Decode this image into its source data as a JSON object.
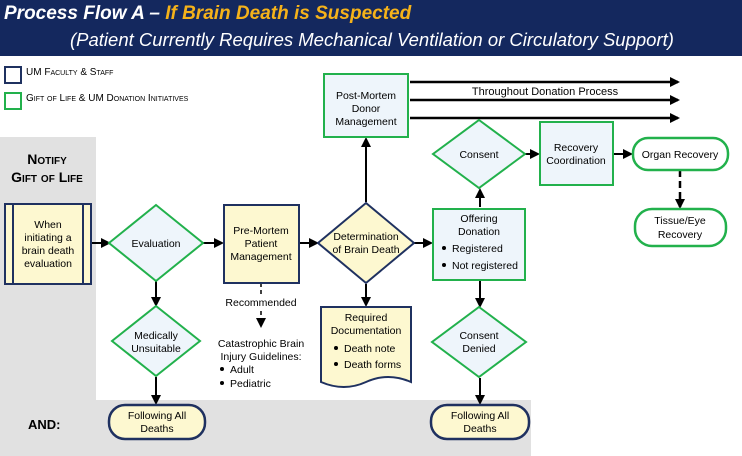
{
  "header": {
    "title_prefix": "Process Flow A – ",
    "title_accent": "If Brain Death is Suspected",
    "subtitle": "(Patient Currently Requires Mechanical Ventilation or Circulatory Support)"
  },
  "legend": {
    "um_faculty": "UM Faculty & Staff",
    "gift_of_life": "Gift of Life & UM Donation Initiatives"
  },
  "side": {
    "notify_line1": "Notify",
    "notify_line2": "Gift of Life",
    "and_label": "AND:"
  },
  "nodes": {
    "trigger": [
      "When",
      "initiating a",
      "brain death",
      "evaluation"
    ],
    "evaluation": [
      "Evaluation"
    ],
    "medically_unsuitable": [
      "Medically",
      "Unsuitable"
    ],
    "premortem": [
      "Pre-Mortem",
      "Patient",
      "Management"
    ],
    "determination": [
      "Determination",
      "of Brain Death"
    ],
    "postmortem": [
      "Post-Mortem",
      "Donor",
      "Management"
    ],
    "consent": [
      "Consent"
    ],
    "recovery_coordination": [
      "Recovery",
      "Coordination"
    ],
    "organ_recovery": [
      "Organ Recovery"
    ],
    "tissue_eye": [
      "Tissue/Eye",
      "Recovery"
    ],
    "offering_donation": {
      "title": [
        "Offering",
        "Donation"
      ],
      "items": [
        "Registered",
        "Not registered"
      ]
    },
    "consent_denied": [
      "Consent",
      "Denied"
    ],
    "required_docs": {
      "title": [
        "Required",
        "Documentation"
      ],
      "items": [
        "Death note",
        "Death forms"
      ]
    },
    "following_left": [
      "Following All",
      "Deaths"
    ],
    "following_right": [
      "Following All",
      "Deaths"
    ]
  },
  "annotations": {
    "recommended": "Recommended",
    "guidelines_title": [
      "Catastrophic Brain",
      "Injury Guidelines:"
    ],
    "guidelines_items": [
      "Adult",
      "Pediatric"
    ],
    "throughout": "Throughout Donation Process"
  },
  "colors": {
    "navy": "#14285e",
    "accent": "#f5b21a",
    "um_border": "#1f3160",
    "gol_border": "#22b14c",
    "fill_yellow": "#fdf8d0",
    "fill_blue": "#eef5fb",
    "band_gray": "#e1e1e1"
  }
}
